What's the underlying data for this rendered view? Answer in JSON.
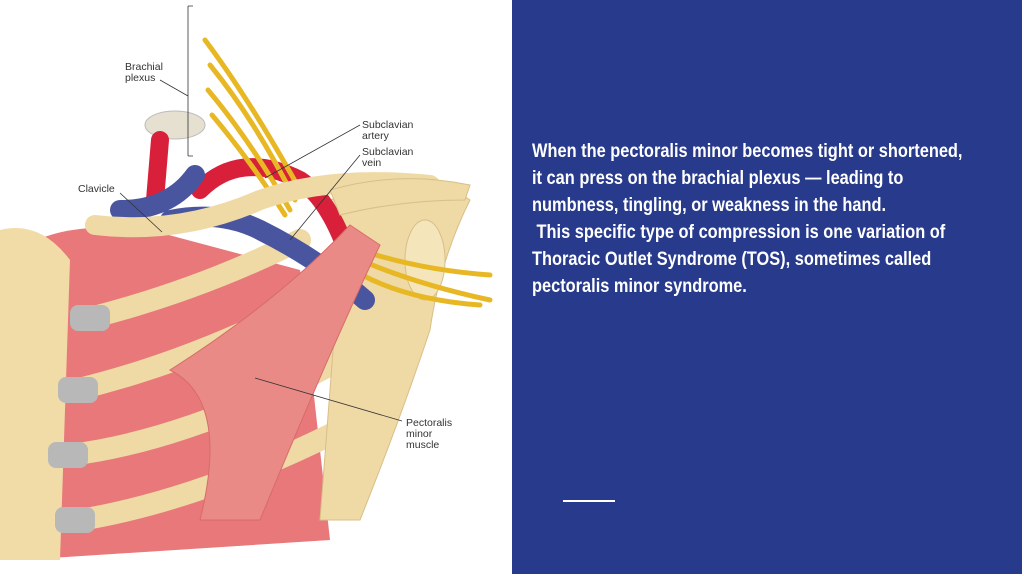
{
  "illustration": {
    "labels": {
      "brachial_plexus": [
        "Brachial",
        "plexus"
      ],
      "subclavian_artery": [
        "Subclavian",
        "artery"
      ],
      "subclavian_vein": [
        "Subclavian",
        "vein"
      ],
      "clavicle": "Clavicle",
      "pectoralis_minor": [
        "Pectoralis",
        "minor",
        "muscle"
      ]
    }
  },
  "panel": {
    "background": "#283a8c",
    "lines": [
      "When the pectoralis minor becomes tight or shortened,",
      "it can press on the brachial plexus — leading to",
      "numbness, tingling, or weakness in the hand.",
      " This specific type of compression is one variation of",
      "Thoracic Outlet Syndrome (TOS), sometimes called",
      "pectoralis minor syndrome."
    ]
  }
}
